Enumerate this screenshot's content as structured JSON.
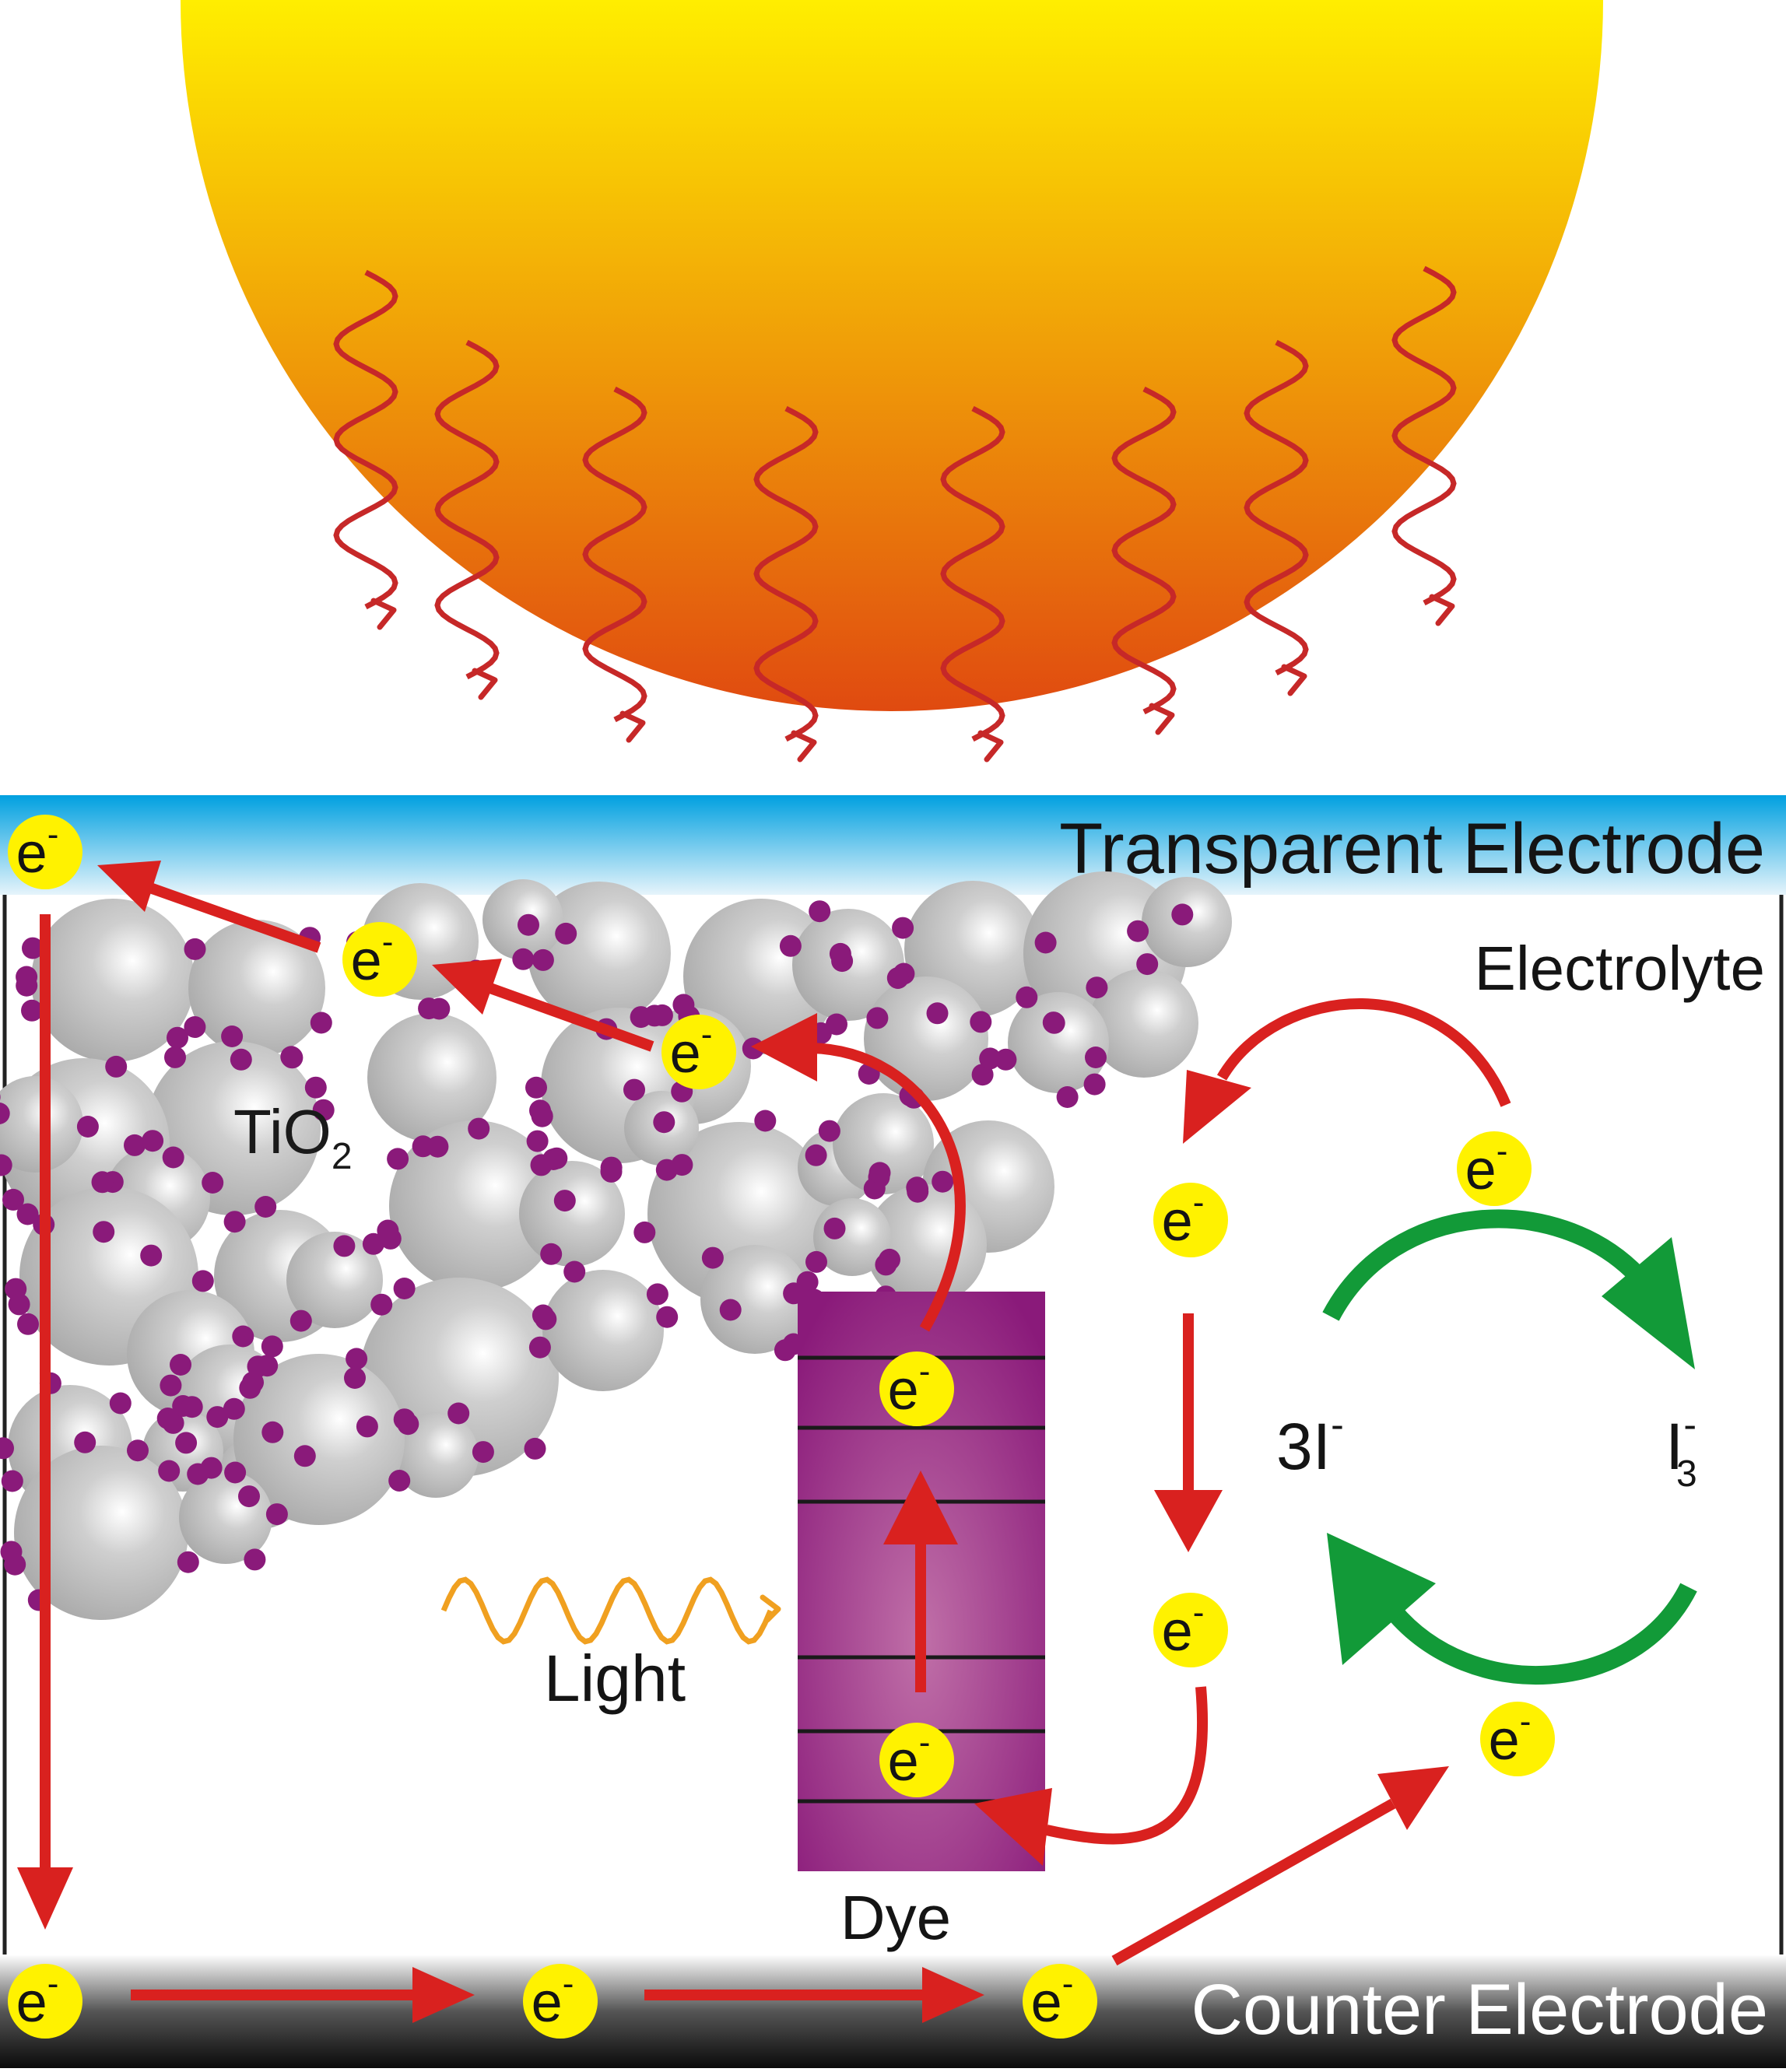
{
  "labels": {
    "transparent_electrode": "Transparent Electrode",
    "electrolyte": "Electrolyte",
    "tio2_main": "TiO",
    "tio2_sub": "2",
    "light": "Light",
    "dye": "Dye",
    "counter_electrode": "Counter Electrode",
    "iodide_main": "3I",
    "iodide_sup": "-",
    "triiodide_main": "I",
    "triiodide_sub": "3",
    "triiodide_sup": "-"
  },
  "electron": {
    "main": "e",
    "sup": "-"
  },
  "colors": {
    "sun_top": "#ffee00",
    "sun_bottom": "#e04a10",
    "photon_wave": "#c62828",
    "light_wave": "#f0a020",
    "transparent_electrode_top": "#00a0e0",
    "transparent_electrode_bottom": "#e6f4fb",
    "counter_electrode_top": "#ffffff",
    "counter_electrode_bottom": "#0a0a0a",
    "tio2_particle": "#a8a8a8",
    "dye_molecule": "#8a1a7a",
    "dye_block": "#b0508f",
    "electron_fill": "#fff200",
    "flow_arrow": "#d9211f",
    "redox_arrow": "#129a38"
  }
}
